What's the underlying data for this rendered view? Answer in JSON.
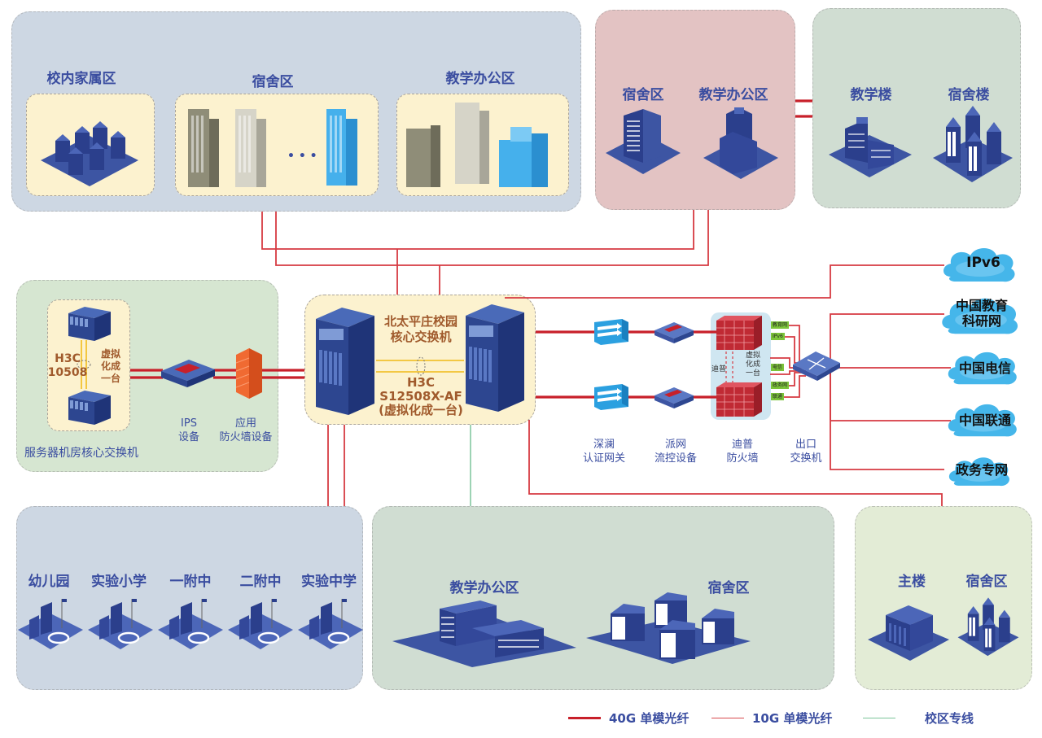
{
  "colors": {
    "fiber_40g": "#c8202a",
    "fiber_10g": "#d94a4f",
    "campus_line": "#7cc49a",
    "label_blue": "#3a4da0",
    "label_brown": "#a05a2c",
    "building_blue": "#3d55a3"
  },
  "top_left_zone": {
    "areas": [
      {
        "label": "校内家属区",
        "icon": "residential-cluster-icon"
      },
      {
        "label": "宿舍区",
        "icon": "dormitory-towers-icon",
        "ellipsis": "• • •"
      },
      {
        "label": "教学办公区",
        "icon": "office-buildings-icon"
      }
    ]
  },
  "top_mid_zone": {
    "areas": [
      {
        "label": "宿舍区",
        "icon": "highrise-icon"
      },
      {
        "label": "教学办公区",
        "icon": "office-tower-icon"
      }
    ]
  },
  "top_right_zone": {
    "areas": [
      {
        "label": "教学楼",
        "icon": "teaching-building-icon"
      },
      {
        "label": "宿舍楼",
        "icon": "dorm-buildings-icon"
      }
    ]
  },
  "server_room": {
    "switch_model_line1": "H3C",
    "switch_model_line2": "10508",
    "virtual_line1": "虚拟",
    "virtual_line2": "化成",
    "virtual_line3": "一台",
    "caption": "服务器机房核心交换机",
    "ips_line1": "IPS",
    "ips_line2": "设备",
    "fw_line1": "应用",
    "fw_line2": "防火墙设备"
  },
  "core": {
    "title_line1": "北太平庄校园",
    "title_line2": "核心交换机",
    "model_line1": "H3C",
    "model_line2": "S12508X-AF",
    "model_line3": "(虚拟化成一台)"
  },
  "egress": {
    "devices": [
      {
        "line1": "深澜",
        "line2": "认证网关",
        "icon": "auth-gateway-icon"
      },
      {
        "line1": "派网",
        "line2": "流控设备",
        "icon": "flow-control-icon"
      },
      {
        "line1": "迪普",
        "line2": "防火墙",
        "icon": "firewall-icon"
      },
      {
        "line1": "出口",
        "line2": "交换机",
        "icon": "egress-switch-icon"
      }
    ],
    "fw_cluster_vendor": "迪普",
    "fw_cluster_virtual1": "虚拟",
    "fw_cluster_virtual2": "化成",
    "fw_cluster_virtual3": "一台",
    "port_tags": [
      "教育网",
      "IPv6",
      "电信",
      "政务网",
      "联通"
    ]
  },
  "clouds": [
    {
      "line1": "IPv6",
      "line2": ""
    },
    {
      "line1": "中国教育",
      "line2": "科研网"
    },
    {
      "line1": "中国电信",
      "line2": ""
    },
    {
      "line1": "中国联通",
      "line2": ""
    },
    {
      "line1": "政务专网",
      "line2": ""
    }
  ],
  "bottom_left_zone": {
    "schools": [
      "幼儿园",
      "实验小学",
      "一附中",
      "二附中",
      "实验中学"
    ]
  },
  "bottom_mid_zone": {
    "areas": [
      {
        "label": "教学办公区",
        "icon": "campus-office-icon"
      },
      {
        "label": "宿舍区",
        "icon": "dorm-complex-icon"
      }
    ]
  },
  "bottom_right_zone": {
    "areas": [
      {
        "label": "主楼",
        "icon": "main-hall-icon"
      },
      {
        "label": "宿舍区",
        "icon": "dorm-buildings-icon"
      }
    ]
  },
  "legend": [
    {
      "label": "40G 单模光纤",
      "type": "fiber_40g"
    },
    {
      "label": "10G 单模光纤",
      "type": "fiber_10g"
    },
    {
      "label": "校区专线",
      "type": "campus_line"
    }
  ]
}
